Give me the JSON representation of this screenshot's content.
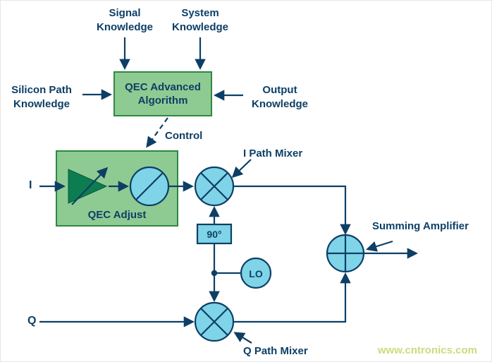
{
  "colors": {
    "navy": "#0d3f66",
    "green-fill": "#8ecb92",
    "green-border": "#2f8742",
    "cyan-fill": "#7fd4e8",
    "amp-fill": "#0c7d50",
    "amp-stroke": "#09563a",
    "watermark": "#ccdb7a",
    "bg": "#ffffff"
  },
  "labels": {
    "signal_knowledge": "Signal\nKnowledge",
    "system_knowledge": "System\nKnowledge",
    "silicon_path_knowledge": "Silicon Path\nKnowledge",
    "output_knowledge": "Output\nKnowledge",
    "qec_algorithm_box": "QEC Advanced\nAlgorithm",
    "control": "Control",
    "qec_adjust": "QEC Adjust",
    "i_input": "I",
    "q_input": "Q",
    "i_path_mixer": "I Path Mixer",
    "q_path_mixer": "Q Path Mixer",
    "summing_amplifier": "Summing Amplifier",
    "phase_90": "90°",
    "lo": "LO",
    "watermark": "www.cntronics.com"
  }
}
